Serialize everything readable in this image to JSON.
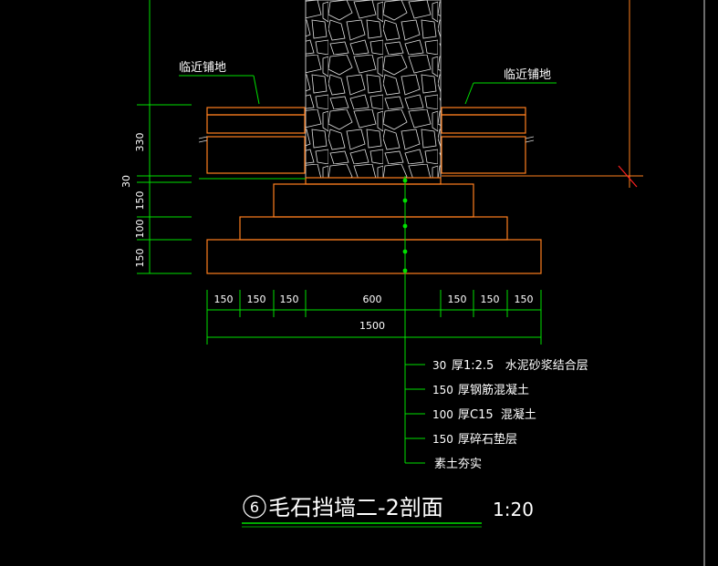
{
  "drawing": {
    "callout_left": "临近铺地",
    "callout_right": "临近铺地",
    "vertical_dims": [
      "330",
      "30",
      "150",
      "100",
      "150"
    ],
    "horizontal_dims": [
      "150",
      "150",
      "150",
      "600",
      "150",
      "150",
      "150"
    ],
    "total_dim": "1500",
    "layers": [
      {
        "thickness": "30",
        "desc": "厚1:2.5   水泥砂浆结合层"
      },
      {
        "thickness": "150",
        "desc": "厚钢筋混凝土"
      },
      {
        "thickness": "100",
        "desc": "厚C15  混凝土"
      },
      {
        "thickness": "150",
        "desc": "厚碎石垫层"
      },
      {
        "thickness": "",
        "desc": "素土夯实"
      }
    ],
    "title_number": "6",
    "title": "毛石挡墙二-2剖面",
    "scale": "1:20",
    "colors": {
      "dimension": "#00e000",
      "outline": "#ff7f1e",
      "hatch": "#d8d8d8",
      "background": "#000000"
    }
  }
}
